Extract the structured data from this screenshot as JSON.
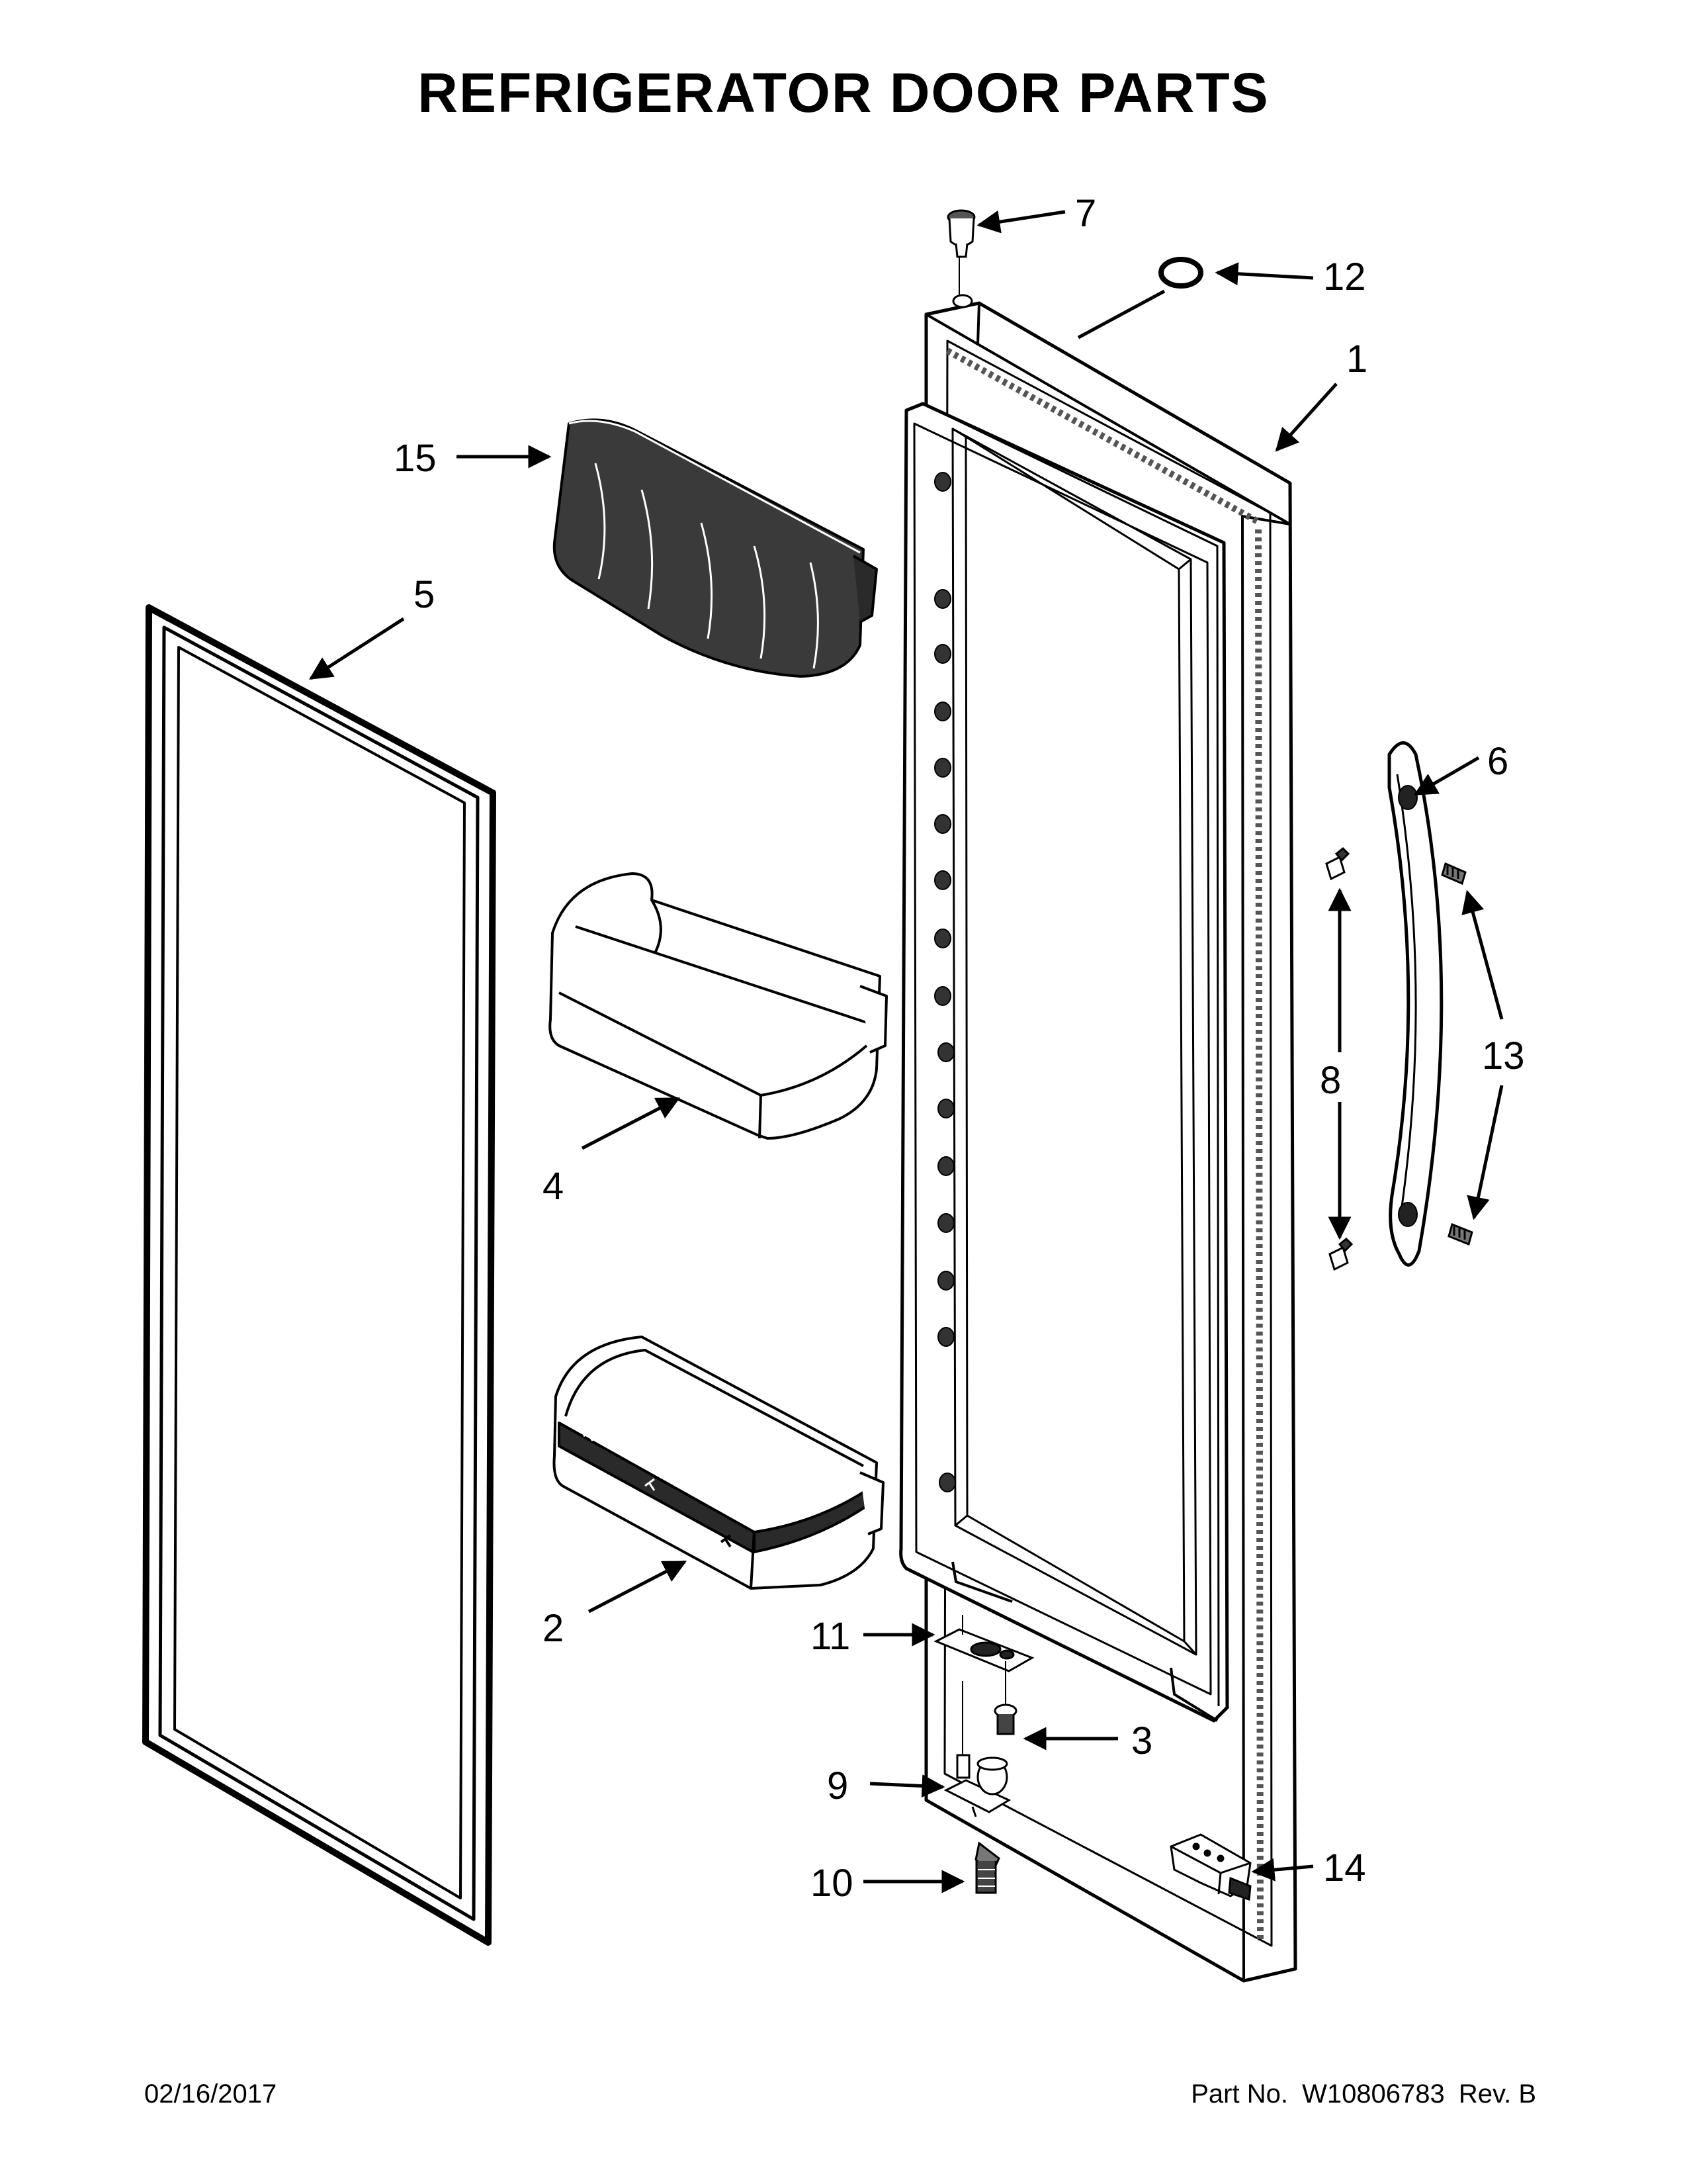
{
  "title": "REFRIGERATOR DOOR PARTS",
  "callouts": {
    "c1": "1",
    "c2": "2",
    "c3": "3",
    "c4": "4",
    "c5": "5",
    "c6": "6",
    "c7": "7",
    "c8": "8",
    "c9": "9",
    "c10": "10",
    "c11": "11",
    "c12": "12",
    "c13": "13",
    "c14": "14",
    "c15": "15"
  },
  "footer": {
    "date": "02/16/2017",
    "part_label": "Part No.",
    "part_number": "W10806783",
    "revision": "Rev.  B"
  }
}
